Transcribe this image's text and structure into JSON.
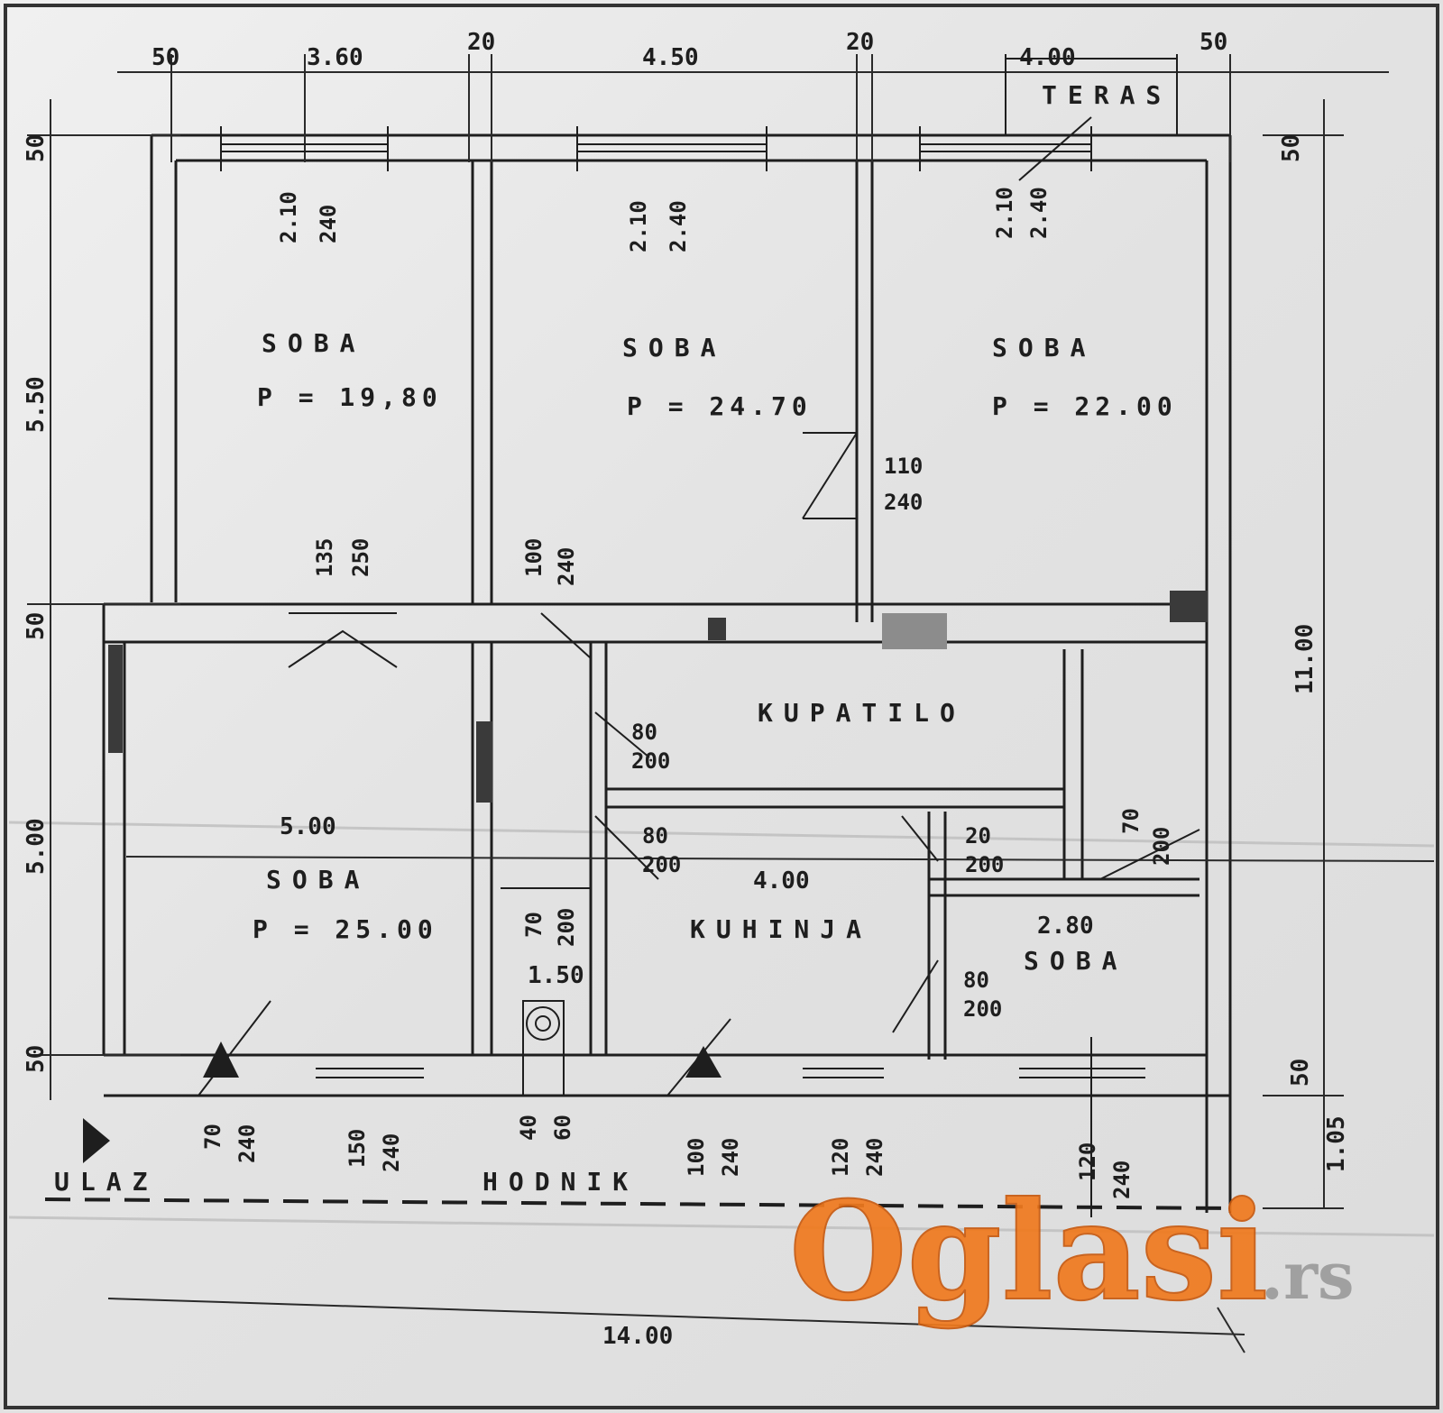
{
  "rooms": {
    "soba_1": {
      "name": "SOBA",
      "area": "P = 19,80"
    },
    "soba_2": {
      "name": "SOBA",
      "area": "P = 24.70"
    },
    "soba_3": {
      "name": "SOBA",
      "area": "P = 22.00"
    },
    "soba_4": {
      "name": "SOBA",
      "area": "P = 25.00"
    },
    "soba_5": {
      "name": "SOBA"
    },
    "kupatilo": {
      "name": "KUPATILO"
    },
    "kuhinja": {
      "name": "KUHINJA"
    },
    "teras": {
      "name": "TERAS"
    },
    "hodnik": {
      "name": "HODNIK"
    },
    "ulaz": {
      "name": "ULAZ"
    }
  },
  "dimensions": {
    "top": [
      "50",
      "3.60",
      "20",
      "4.50",
      "20",
      "4.00",
      "50"
    ],
    "left": [
      "50",
      "5.50",
      "50",
      "5.00",
      "50"
    ],
    "right": [
      "50",
      "11.00",
      "50",
      "1.05"
    ],
    "bottom_total": "14.00",
    "inner": [
      "5.00",
      "4.00",
      "2.80",
      "1.50"
    ]
  },
  "openings": {
    "top_windows": [
      [
        "2.10",
        "240"
      ],
      [
        "2.10",
        "2.40"
      ],
      [
        "2.10",
        "2.40"
      ]
    ],
    "inner_door_mid": [
      "110",
      "240"
    ],
    "doors_row": [
      [
        "135",
        "250"
      ],
      [
        "100",
        "240"
      ]
    ],
    "kupatilo_doors": [
      [
        "80",
        "200"
      ],
      [
        "80",
        "200"
      ]
    ],
    "kuhinja_doors": [
      [
        "70",
        "200"
      ],
      [
        "20",
        "200"
      ],
      [
        "70",
        "200"
      ],
      [
        "80",
        "200"
      ]
    ],
    "bottom_windows": [
      [
        "70",
        "240"
      ],
      [
        "150",
        "240"
      ],
      [
        "40",
        "60"
      ],
      [
        "100",
        "240"
      ],
      [
        "120",
        "240"
      ],
      [
        "120",
        "240"
      ]
    ]
  },
  "watermark": {
    "brand": "Oglasi",
    "tld": ".rs"
  },
  "colors": {
    "ink": "#1e1e1e",
    "paper": "#e6e6e6",
    "watermark": "#f07a1e"
  }
}
